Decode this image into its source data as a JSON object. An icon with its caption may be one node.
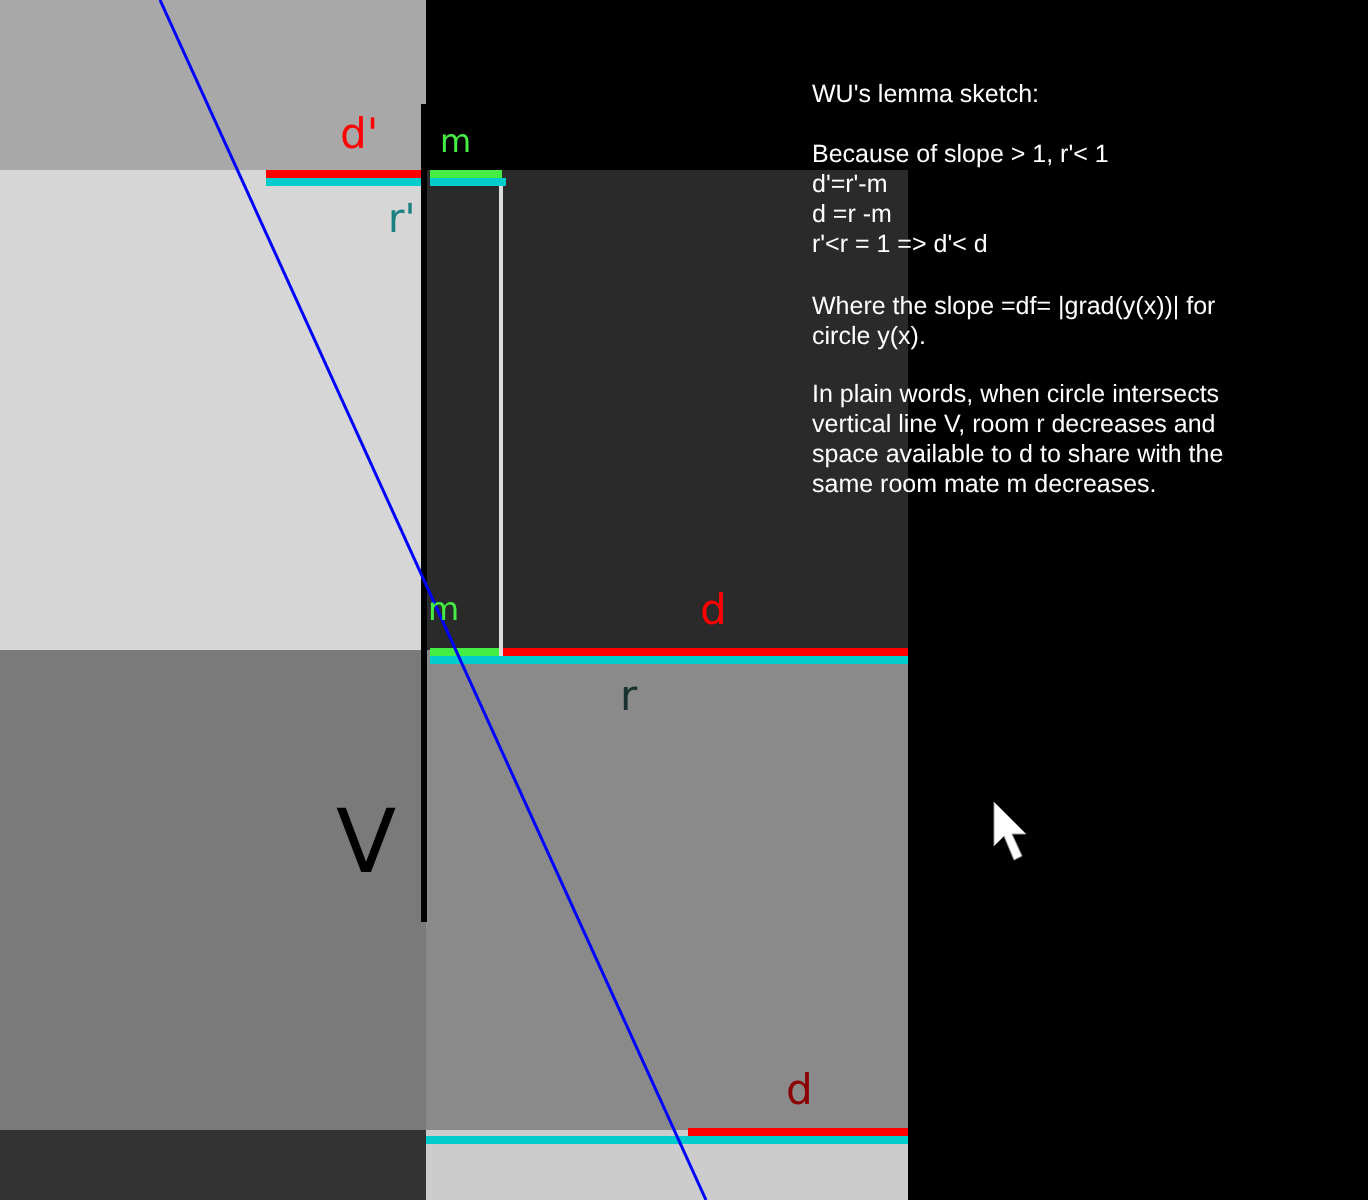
{
  "diagram": {
    "title": "WU's lemma sketch:",
    "labels": [
      "d'",
      "m",
      "r'",
      "m",
      "d",
      "r",
      "V",
      "d",
      "Because of slope > 1, r'< 1",
      "d'=r'-m",
      "d =r -m",
      "r'<r = 1 => d'< d",
      "Where the slope =df= |grad(y(x))| for circle y(x).",
      "In plain words, when circle intersects vertical line V, room r decreases and space available to d to share with the same room mate m decreases."
    ]
  }
}
